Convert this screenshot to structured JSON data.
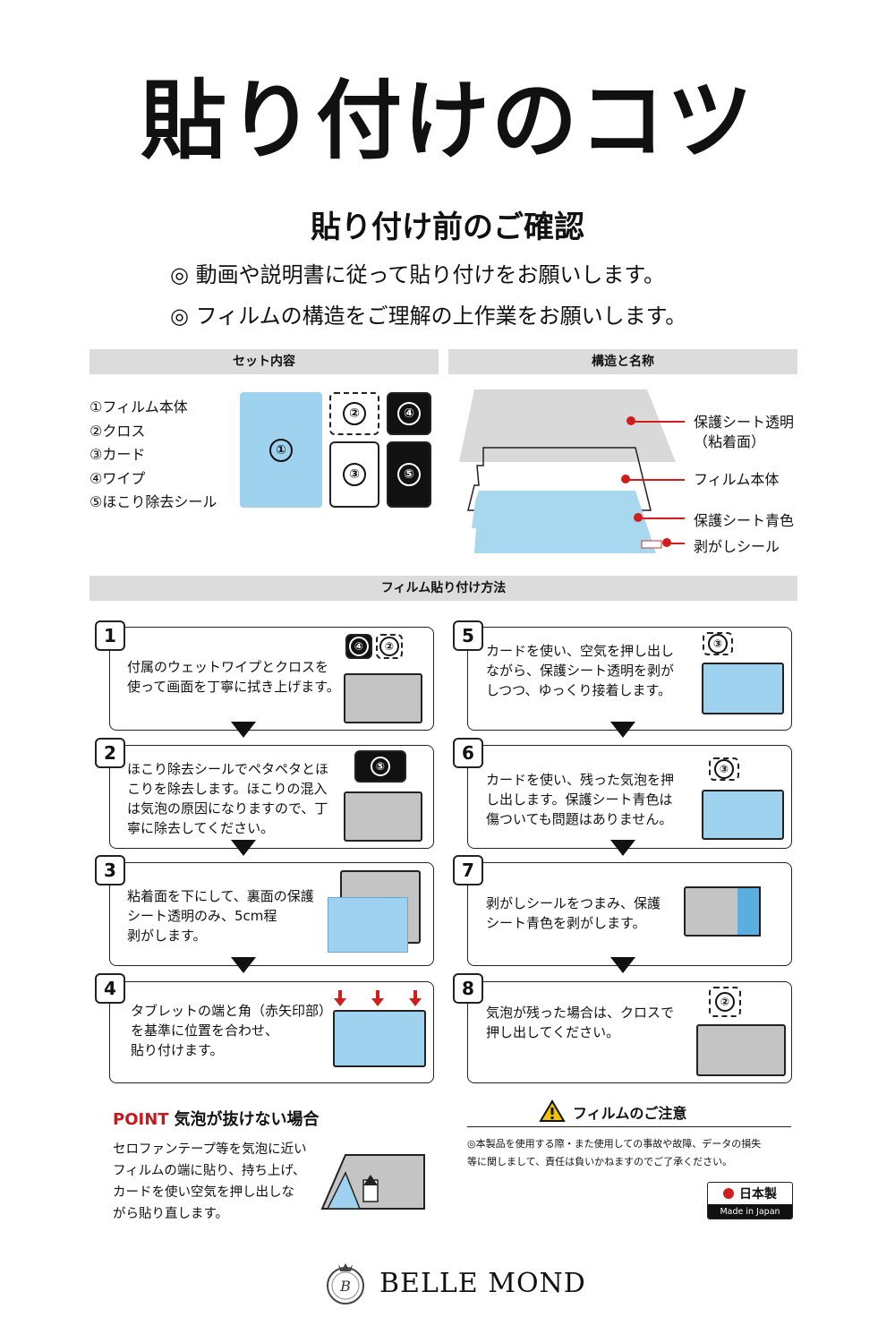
{
  "header": {
    "title": "貼り付けのコツ",
    "subtitle": "貼り付け前のご確認",
    "notes": [
      "◎ 動画や説明書に従って貼り付けをお願いします。",
      "◎ フィルムの構造をご理解の上作業をお願いします。"
    ]
  },
  "set_contents": {
    "heading": "セット内容",
    "items": [
      "①フィルム本体",
      "②クロス",
      "③カード",
      "④ワイプ",
      "⑤ほこり除去シール"
    ],
    "box_labels": [
      "①",
      "②",
      "③",
      "④",
      "⑤"
    ]
  },
  "structure": {
    "heading": "構造と名称",
    "labels": [
      "保護シート透明",
      "（粘着面）",
      "フィルム本体",
      "保護シート青色",
      "剥がしシール"
    ]
  },
  "method": {
    "heading": "フィルム貼り付け方法",
    "steps": [
      {
        "num": "1",
        "text": [
          "付属のウェットワイプとクロスを",
          "使って画面を丁寧に拭き上げます。"
        ],
        "tags": [
          "④",
          "②"
        ]
      },
      {
        "num": "2",
        "text": [
          "ほこり除去シールでペタペタとほ",
          "こりを除去します。ほこりの混入",
          "は気泡の原因になりますので、丁",
          "寧に除去してください。"
        ],
        "tags": [
          "⑤"
        ]
      },
      {
        "num": "3",
        "text": [
          "粘着面を下にして、裏面の保護",
          "シート透明のみ、5cm程",
          "剥がします。"
        ],
        "tags": []
      },
      {
        "num": "4",
        "text": [
          "タブレットの端と角（赤矢印部）",
          "を基準に位置を合わせ、",
          "貼り付けます。"
        ],
        "tags": []
      },
      {
        "num": "5",
        "text": [
          "カードを使い、空気を押し出し",
          "ながら、保護シート透明を剥が",
          "しつつ、ゆっくり接着します。"
        ],
        "tags": [
          "③"
        ]
      },
      {
        "num": "6",
        "text": [
          "カードを使い、残った気泡を押",
          "し出します。保護シート青色は",
          "傷ついても問題はありません。"
        ],
        "tags": [
          "③"
        ]
      },
      {
        "num": "7",
        "text": [
          "剥がしシールをつまみ、保護",
          "シート青色を剥がします。"
        ],
        "tags": []
      },
      {
        "num": "8",
        "text": [
          "気泡が残った場合は、クロスで",
          "押し出してください。"
        ],
        "tags": [
          "②"
        ]
      }
    ]
  },
  "point": {
    "label": "POINT",
    "title": "気泡が抜けない場合",
    "text": [
      "セロファンテープ等を気泡に近い",
      "フィルムの端に貼り、持ち上げ、",
      "カードを使い空気を押し出しな",
      "がら貼り直します。"
    ]
  },
  "caution": {
    "title": "フィルムのご注意",
    "text": [
      "◎本製品を使用する際・また使用しての事故や故障、データの損失",
      "等に関しまして、責任は負いかねますのでご了承ください。"
    ]
  },
  "badge": {
    "main": "日本製",
    "sub": "Made in Japan"
  },
  "brand": {
    "name": "BELLE MOND",
    "emblem_letter": "B"
  },
  "colors": {
    "accent_red": "#d21d1d",
    "film_blue": "#9fd2ee",
    "bar_gray": "#dcdcdc",
    "screen_gray": "#c4c4c4"
  }
}
